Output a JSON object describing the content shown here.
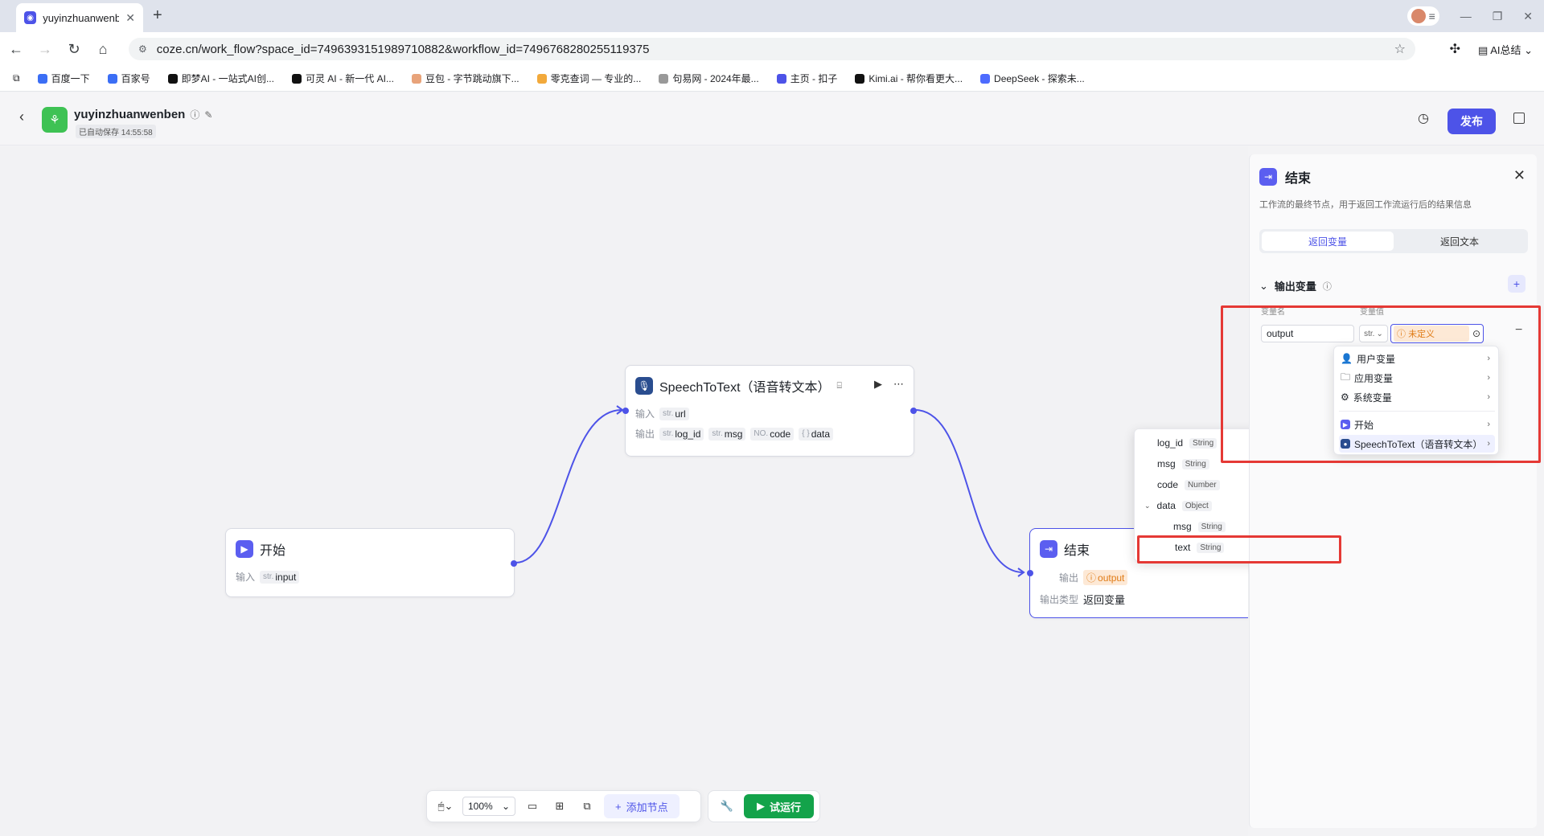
{
  "browser": {
    "tab_title": "yuyinzhuanwenben",
    "url": "coze.cn/work_flow?space_id=7496393151989710882&workflow_id=7496768280255119375",
    "ext_label": "AI总结",
    "bookmarks": [
      "百度一下",
      "百家号",
      "即梦AI - 一站式AI创...",
      "可灵 AI - 新一代 AI...",
      "豆包 - 字节跳动旗下...",
      "零克查词 — 专业的...",
      "句易网 - 2024年最...",
      "主页 - 扣子",
      "Kimi.ai - 帮你看更大...",
      "DeepSeek - 探索未..."
    ]
  },
  "header": {
    "workflow_name": "yuyinzhuanwenben",
    "autosave": "已自动保存 14:55:58",
    "publish_label": "发布"
  },
  "nodes": {
    "start": {
      "title": "开始",
      "input_label": "输入",
      "input_type": "str.",
      "input_name": "input"
    },
    "speech": {
      "title": "SpeechToText（语音转文本）",
      "input_label": "输入",
      "input_type": "str.",
      "input_name": "url",
      "output_label": "输出",
      "outputs": [
        {
          "type": "str.",
          "name": "log_id"
        },
        {
          "type": "str.",
          "name": "msg"
        },
        {
          "type": "NO.",
          "name": "code"
        },
        {
          "type": "{ }",
          "name": "data"
        }
      ]
    },
    "end": {
      "title": "结束",
      "output_label": "输出",
      "output_name": "output",
      "type_label": "输出类型",
      "type_value": "返回变量"
    }
  },
  "var_tree": [
    {
      "name": "log_id",
      "type": "String"
    },
    {
      "name": "msg",
      "type": "String"
    },
    {
      "name": "code",
      "type": "Number"
    },
    {
      "name": "data",
      "type": "Object"
    },
    {
      "name": "msg",
      "type": "String"
    },
    {
      "name": "text",
      "type": "String"
    }
  ],
  "panel": {
    "title": "结束",
    "description": "工作流的最终节点，用于返回工作流运行后的结果信息",
    "tab_active": "返回变量",
    "tab_other": "返回文本",
    "section_title": "输出变量",
    "col_name": "变量名",
    "col_value": "变量值",
    "var_name": "output",
    "var_type": "str.",
    "var_value": "未定义"
  },
  "var_menu": {
    "items": [
      "用户变量",
      "应用变量",
      "系统变量"
    ],
    "nodes": [
      "开始",
      "SpeechToText（语音转文本）"
    ]
  },
  "toolbar": {
    "zoom": "100%",
    "add_node_label": "添加节点",
    "run_label": "试运行"
  },
  "colors": {
    "accent": "#4d53e8",
    "run": "#13a34a",
    "highlight": "#e53935",
    "warning": "#e07b16"
  }
}
